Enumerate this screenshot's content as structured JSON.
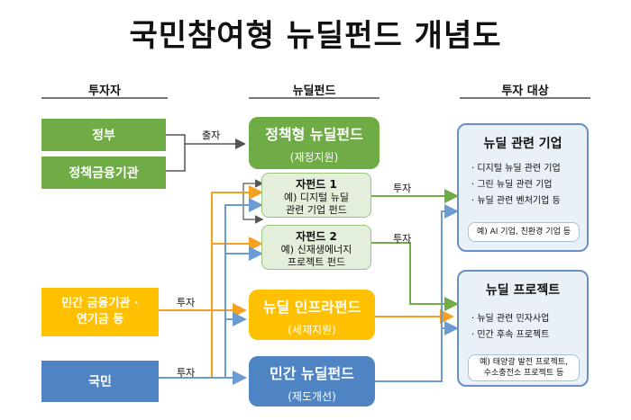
{
  "title": "국민참여형 뉴딜펀드 개념도",
  "columns": {
    "investors": "투자자",
    "funds": "뉴딜펀드",
    "targets": "투자 대상"
  },
  "investors": {
    "government": "정부",
    "policy_finance": "정책금융기관",
    "private_line1": "민간 금융기관 ·",
    "private_line2": "연기금 등",
    "citizens": "국민"
  },
  "flow_labels": {
    "contribution": "출자",
    "invest_private": "투자",
    "invest_citizens": "투자",
    "invest_sub1": "투자",
    "invest_sub2": "투자"
  },
  "funds": {
    "policy": {
      "title": "정책형 뉴딜펀드",
      "subtitle": "(재정지원)"
    },
    "sub1": {
      "title": "자펀드 1",
      "line1": "예) 디지털 뉴딜",
      "line2": "관련 기업 펀드"
    },
    "sub2": {
      "title": "자펀드 2",
      "line1": "예) 신재생에너지",
      "line2": "프로젝트 펀드"
    },
    "infra": {
      "title": "뉴딜 인프라펀드",
      "subtitle": "(세제지원)"
    },
    "private": {
      "title": "민간 뉴딜펀드",
      "subtitle": "(제도개선)"
    }
  },
  "targets": {
    "companies": {
      "title": "뉴딜 관련 기업",
      "items": [
        "· 디지털 뉴딜 관련 기업",
        "· 그린 뉴딜 관련 기업",
        "· 뉴딜 관련 벤처기업 등"
      ],
      "example": "예) AI 기업, 친환경 기업 등"
    },
    "projects": {
      "title": "뉴딜 프로젝트",
      "items": [
        "· 뉴딜 관련 민자사업",
        "· 민간 후속 프로젝트"
      ],
      "example_line1": "예) 태양광 발전 프로젝트,",
      "example_line2": "수소충전소 프로젝트 등"
    }
  },
  "colors": {
    "green": "#6fac46",
    "yellow": "#ffc000",
    "blue": "#4e84c4",
    "orange": "#f5a020"
  }
}
